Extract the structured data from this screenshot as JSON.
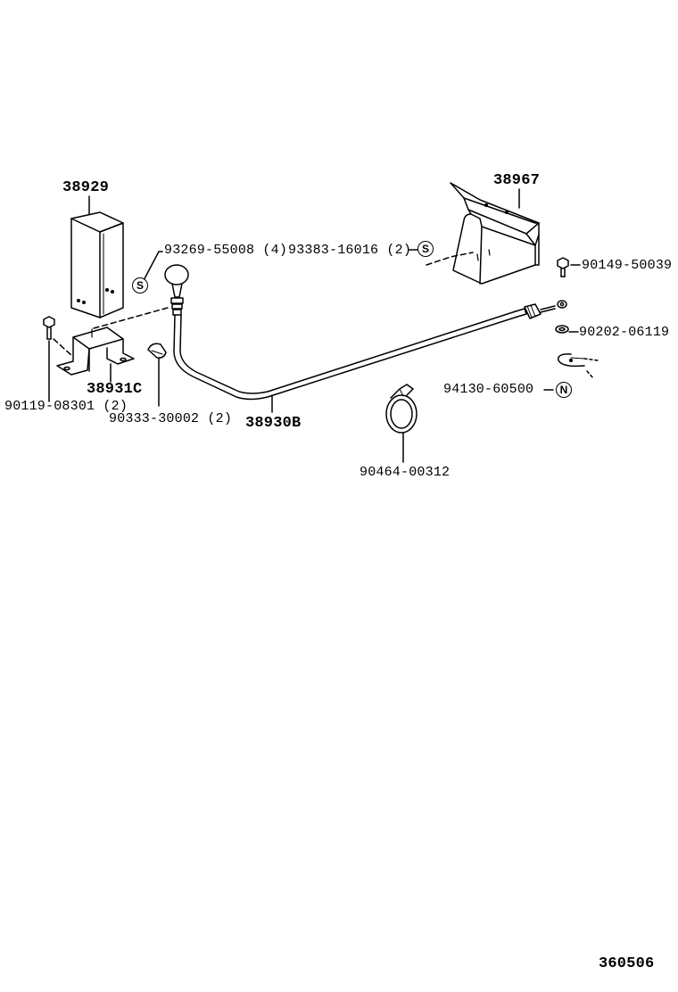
{
  "parts": {
    "p38929": "38929",
    "p38967": "38967",
    "p93269": "93269-55008 (4)",
    "p93383": "93383-16016 (2)",
    "p90149": "90149-50039",
    "p90202": "90202-06119",
    "p94130": "94130-60500",
    "p90119": "90119-08301 (2)",
    "p38931C": "38931C",
    "p90333": "90333-30002 (2)",
    "p38930B": "38930B",
    "p90464": "90464-00312"
  },
  "badges": {
    "s": "S",
    "n": "N"
  },
  "diagram_id": "360506"
}
